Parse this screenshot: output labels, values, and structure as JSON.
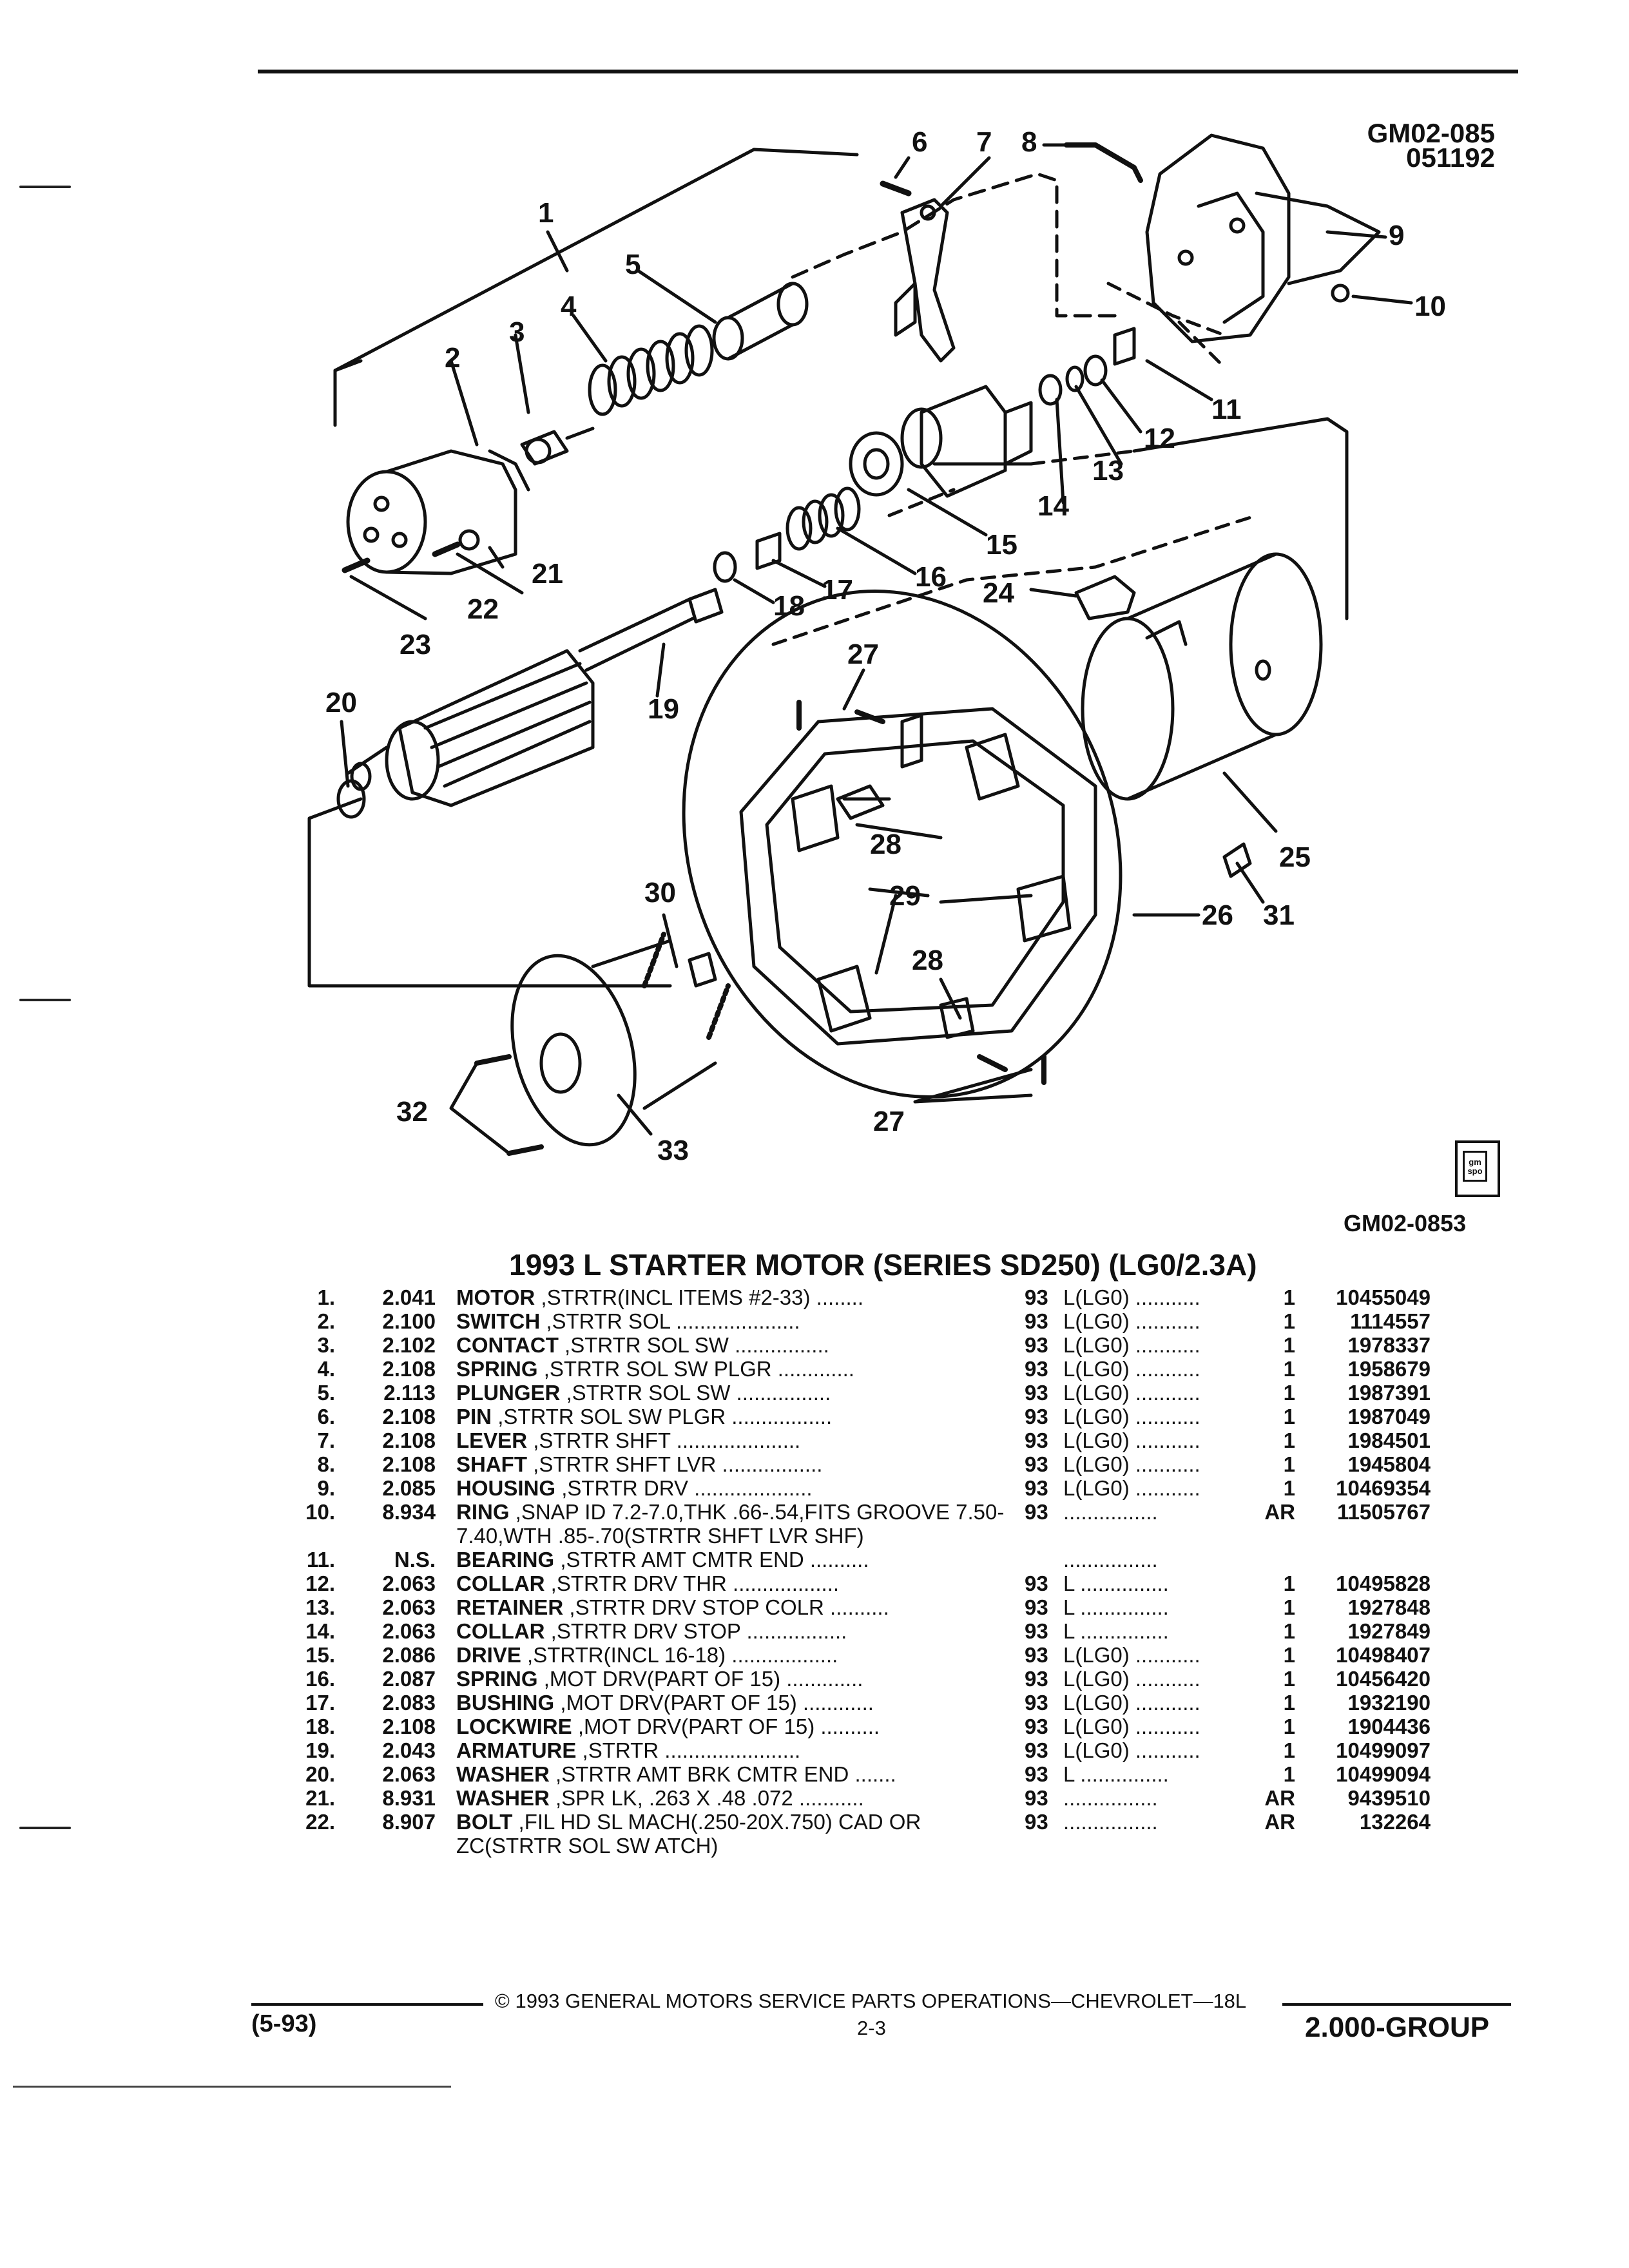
{
  "header": {
    "ref_top": "GM02-085",
    "ref_bottom": "051192",
    "diagram_code": "GM02-0853"
  },
  "diagram": {
    "callouts": [
      "1",
      "2",
      "3",
      "4",
      "5",
      "6",
      "7",
      "8",
      "9",
      "10",
      "11",
      "12",
      "13",
      "14",
      "15",
      "16",
      "17",
      "18",
      "19",
      "20",
      "21",
      "22",
      "23",
      "24",
      "25",
      "26",
      "27",
      "27",
      "28",
      "28",
      "29",
      "30",
      "31",
      "32",
      "33"
    ],
    "logo_text_top": "gm",
    "logo_text_bottom": "spo"
  },
  "title": "1993 L STARTER MOTOR (SERIES SD250) (LG0/2.3A)",
  "parts": [
    {
      "num": "1.",
      "group": "2.041",
      "name": "MOTOR",
      "desc": ",STRTR(INCL ITEMS #2-33) ........",
      "year": "93",
      "usage": "L(LG0) ...........",
      "qty": "1",
      "part": "10455049"
    },
    {
      "num": "2.",
      "group": "2.100",
      "name": "SWITCH",
      "desc": ",STRTR SOL .....................",
      "year": "93",
      "usage": "L(LG0) ...........",
      "qty": "1",
      "part": "1114557"
    },
    {
      "num": "3.",
      "group": "2.102",
      "name": "CONTACT",
      "desc": ",STRTR SOL SW ................",
      "year": "93",
      "usage": "L(LG0) ...........",
      "qty": "1",
      "part": "1978337"
    },
    {
      "num": "4.",
      "group": "2.108",
      "name": "SPRING",
      "desc": ",STRTR SOL SW PLGR .............",
      "year": "93",
      "usage": "L(LG0) ...........",
      "qty": "1",
      "part": "1958679"
    },
    {
      "num": "5.",
      "group": "2.113",
      "name": "PLUNGER",
      "desc": ",STRTR SOL SW ................",
      "year": "93",
      "usage": "L(LG0) ...........",
      "qty": "1",
      "part": "1987391"
    },
    {
      "num": "6.",
      "group": "2.108",
      "name": "PIN",
      "desc": ",STRTR SOL SW PLGR .................",
      "year": "93",
      "usage": "L(LG0) ...........",
      "qty": "1",
      "part": "1987049"
    },
    {
      "num": "7.",
      "group": "2.108",
      "name": "LEVER",
      "desc": ",STRTR SHFT .....................",
      "year": "93",
      "usage": "L(LG0) ...........",
      "qty": "1",
      "part": "1984501"
    },
    {
      "num": "8.",
      "group": "2.108",
      "name": "SHAFT",
      "desc": ",STRTR SHFT LVR .................",
      "year": "93",
      "usage": "L(LG0) ...........",
      "qty": "1",
      "part": "1945804"
    },
    {
      "num": "9.",
      "group": "2.085",
      "name": "HOUSING",
      "desc": ",STRTR DRV ....................",
      "year": "93",
      "usage": "L(LG0) ...........",
      "qty": "1",
      "part": "10469354"
    },
    {
      "num": "10.",
      "group": "8.934",
      "name": "RING",
      "desc": ",SNAP ID 7.2-7.0,THK .66-.54,FITS GROOVE 7.50-7.40,WTH .85-.70(STRTR SHFT LVR SHF)",
      "year": "93",
      "usage": "................",
      "qty": "AR",
      "part": "11505767"
    },
    {
      "num": "11.",
      "group": "N.S.",
      "name": "BEARING",
      "desc": ",STRTR AMT CMTR END ..........",
      "year": "",
      "usage": "................",
      "qty": "",
      "part": ""
    },
    {
      "num": "12.",
      "group": "2.063",
      "name": "COLLAR",
      "desc": ",STRTR DRV THR ..................",
      "year": "93",
      "usage": "L ...............",
      "qty": "1",
      "part": "10495828"
    },
    {
      "num": "13.",
      "group": "2.063",
      "name": "RETAINER",
      "desc": ",STRTR DRV STOP COLR ..........",
      "year": "93",
      "usage": "L ...............",
      "qty": "1",
      "part": "1927848"
    },
    {
      "num": "14.",
      "group": "2.063",
      "name": "COLLAR",
      "desc": ",STRTR DRV STOP .................",
      "year": "93",
      "usage": "L ...............",
      "qty": "1",
      "part": "1927849"
    },
    {
      "num": "15.",
      "group": "2.086",
      "name": "DRIVE",
      "desc": ",STRTR(INCL 16-18) ..................",
      "year": "93",
      "usage": "L(LG0) ...........",
      "qty": "1",
      "part": "10498407"
    },
    {
      "num": "16.",
      "group": "2.087",
      "name": "SPRING",
      "desc": ",MOT DRV(PART OF 15) .............",
      "year": "93",
      "usage": "L(LG0) ...........",
      "qty": "1",
      "part": "10456420"
    },
    {
      "num": "17.",
      "group": "2.083",
      "name": "BUSHING",
      "desc": ",MOT DRV(PART OF 15) ............",
      "year": "93",
      "usage": "L(LG0) ...........",
      "qty": "1",
      "part": "1932190"
    },
    {
      "num": "18.",
      "group": "2.108",
      "name": "LOCKWIRE",
      "desc": ",MOT DRV(PART OF 15) ..........",
      "year": "93",
      "usage": "L(LG0) ...........",
      "qty": "1",
      "part": "1904436"
    },
    {
      "num": "19.",
      "group": "2.043",
      "name": "ARMATURE",
      "desc": ",STRTR .......................",
      "year": "93",
      "usage": "L(LG0) ...........",
      "qty": "1",
      "part": "10499097"
    },
    {
      "num": "20.",
      "group": "2.063",
      "name": "WASHER",
      "desc": ",STRTR AMT BRK CMTR END .......",
      "year": "93",
      "usage": "L ...............",
      "qty": "1",
      "part": "10499094"
    },
    {
      "num": "21.",
      "group": "8.931",
      "name": "WASHER",
      "desc": ",SPR LK, .263 X .48 .072 ...........",
      "year": "93",
      "usage": "................",
      "qty": "AR",
      "part": "9439510"
    },
    {
      "num": "22.",
      "group": "8.907",
      "name": "BOLT",
      "desc": ",FIL HD SL MACH(.250-20X.750) CAD OR ZC(STRTR SOL SW ATCH)",
      "year": "93",
      "usage": "................",
      "qty": "AR",
      "part": "132264"
    }
  ],
  "footer": {
    "copyright": "© 1993 GENERAL MOTORS SERVICE PARTS OPERATIONS—CHEVROLET—18L",
    "date_code": "(5-93)",
    "page": "2-3",
    "group": "2.000-GROUP"
  }
}
